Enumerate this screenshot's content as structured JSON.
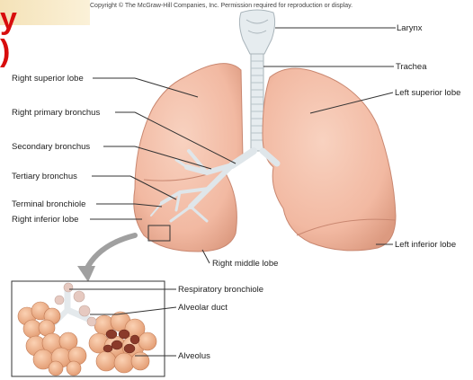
{
  "copyright": "Copyright © The McGraw-Hill Companies, Inc. Permission required for reproduction or display.",
  "partial_title": {
    "line1": "y",
    "line2": ")"
  },
  "labels": {
    "larynx": "Larynx",
    "trachea": "Trachea",
    "right_superior_lobe": "Right superior lobe",
    "left_superior_lobe": "Left superior lobe",
    "right_primary_bronchus": "Right primary bronchus",
    "secondary_bronchus": "Secondary bronchus",
    "tertiary_bronchus": "Tertiary bronchus",
    "terminal_bronchiole": "Terminal bronchiole",
    "right_inferior_lobe": "Right inferior lobe",
    "right_middle_lobe": "Right middle lobe",
    "left_inferior_lobe": "Left inferior lobe",
    "respiratory_bronchiole": "Respiratory bronchiole",
    "alveolar_duct": "Alveolar duct",
    "alveolus": "Alveolus"
  },
  "colors": {
    "lung_fill": "#f2b9a2",
    "lung_edge": "#c98770",
    "airway": "#e6ecef",
    "alveoli": "#f0b48c",
    "alveolus_interior": "#8a3a2a",
    "title_red": "#d80d0d",
    "leader_line": "#333333"
  }
}
